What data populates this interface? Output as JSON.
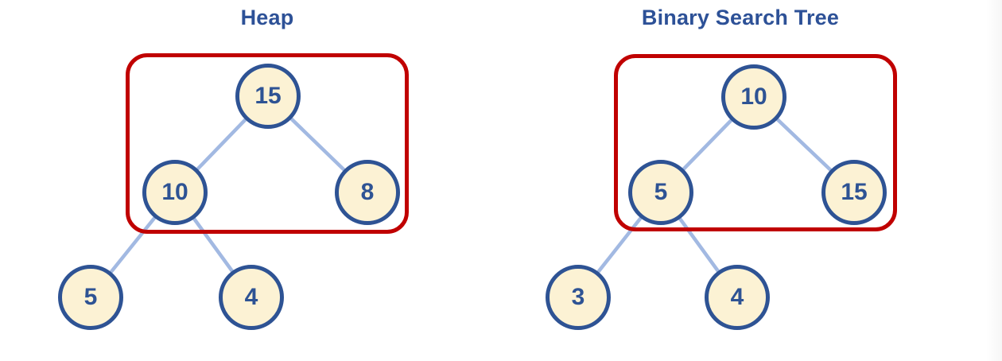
{
  "colors": {
    "title": "#2d5197",
    "node_fill": "#fcf2d4",
    "node_border": "#2e5394",
    "node_text": "#2e5394",
    "edge": "#a2b9e2",
    "box": "#c00000",
    "bg": "#ffffff"
  },
  "trees": [
    {
      "title": "Heap",
      "nodes": [
        {
          "value": "15"
        },
        {
          "value": "10"
        },
        {
          "value": "8"
        },
        {
          "value": "5"
        },
        {
          "value": "4"
        }
      ],
      "edges": [
        [
          0,
          1
        ],
        [
          0,
          2
        ],
        [
          1,
          3
        ],
        [
          1,
          4
        ]
      ],
      "highlighted_nodes": [
        "15",
        "10",
        "8"
      ]
    },
    {
      "title": "Binary Search Tree",
      "nodes": [
        {
          "value": "10"
        },
        {
          "value": "5"
        },
        {
          "value": "15"
        },
        {
          "value": "3"
        },
        {
          "value": "4"
        }
      ],
      "edges": [
        [
          0,
          1
        ],
        [
          0,
          2
        ],
        [
          1,
          3
        ],
        [
          1,
          4
        ]
      ],
      "highlighted_nodes": [
        "10",
        "5",
        "15"
      ]
    }
  ]
}
